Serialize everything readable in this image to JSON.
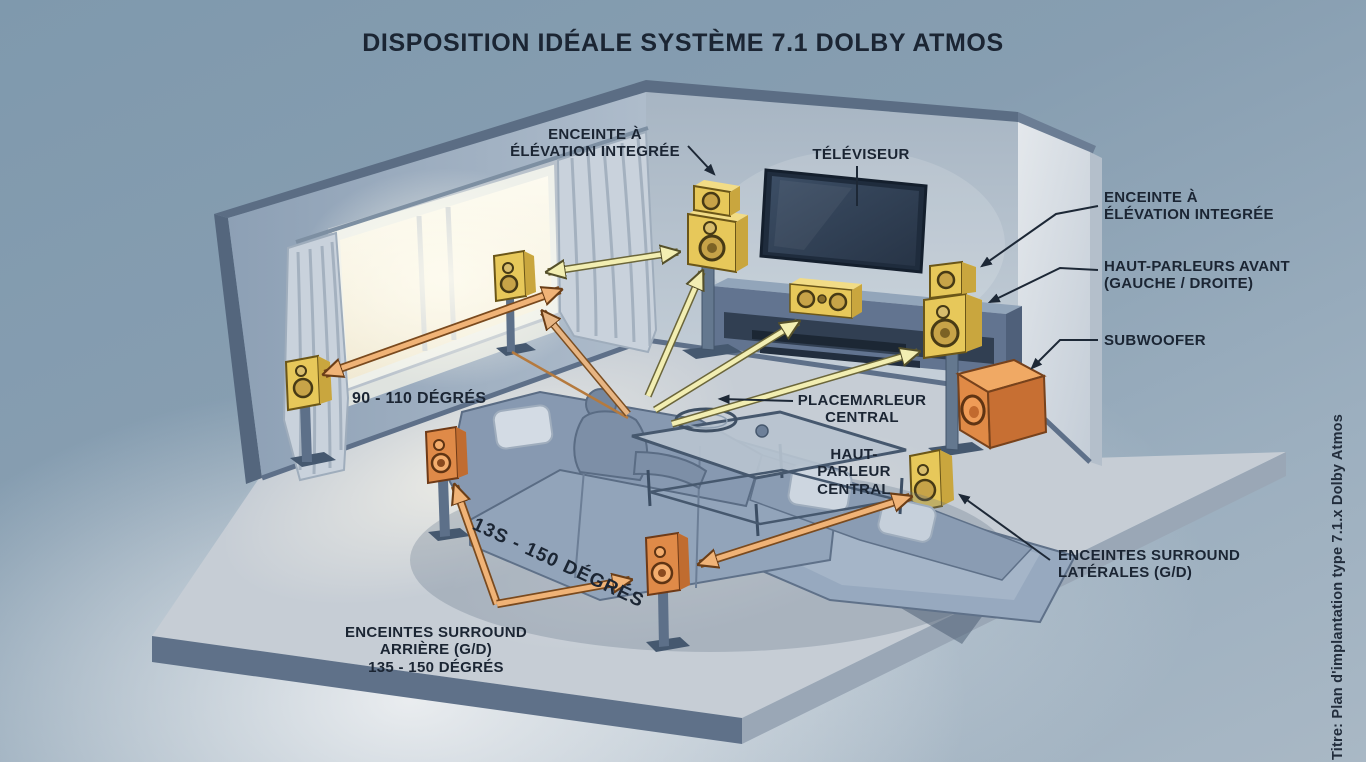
{
  "title": "DISPOSITION IDÉALE SYSTÈME 7.1 DOLBY ATMOS",
  "side_caption": "Titre: Plan d'implantation type 7.1.x Dolby Atmos",
  "labels": {
    "elevation_left": "ENCEINTE À\nÉLÉVATION INTEGRÉE",
    "televiseur": "TÉLÉVISEUR",
    "elevation_right": "ENCEINTE À\nÉLÉVATION INTEGRÉE",
    "front_speakers": "HAUT-PARLEURS AVANT\n(GAUCHE / DROITE)",
    "subwoofer": "SUBWOOFER",
    "placement_central": "PLACEMΛRLEUR\nCENTRAL",
    "center_speaker": "HAUT-PARLEUR\nCENTRAL",
    "angle_front": "90 - 110 DÉGRÉS",
    "angle_rear_rotated": "13S - 150 DÉGRÉS",
    "surround_side": "ENCEINTES SURROUND\nLATÉRALES (G/D)",
    "surround_rear": "ENCEINTES SURROUND\nARRIÈRE (G/D)\n135 - 150 DÉGRÉS"
  },
  "colors": {
    "background_top": "#7f99ad",
    "background_light": "#d6dade",
    "text": "#1b2533",
    "wall_left": "#9bacc0",
    "wall_back": "#b6c2ce",
    "wall_right": "#dde2e8",
    "floor": "#c6cdd5",
    "speaker_yellow": "#e7c85a",
    "speaker_orange": "#df8a48",
    "arrow_yellow": "#f2eeb2",
    "arrow_orange": "#f0b377",
    "sofa": "#92a4ba",
    "tv_screen": "#2b3950",
    "window_light": "#f8f4e2"
  }
}
